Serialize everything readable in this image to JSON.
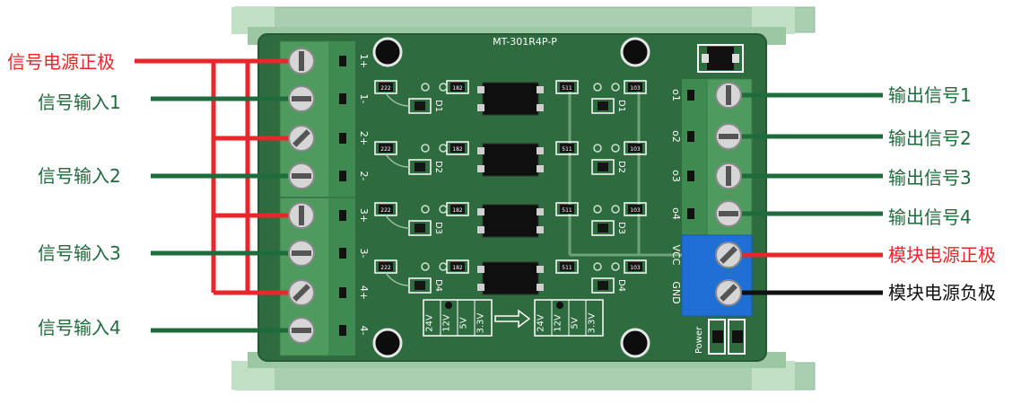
{
  "board": {
    "model": "MT-301R4P-P",
    "power_label": "Power",
    "arrow_icon": "right-arrow-icon"
  },
  "colors": {
    "pcb": "#2e6b3e",
    "rail": "#a7cfae",
    "red_wire": "#e8262b",
    "green_wire": "#1e6b3c",
    "black_wire": "#111111",
    "terminal": "#4f9a5f",
    "blue_terminal": "#1f6fd6"
  },
  "left_labels": {
    "signal_power_positive": "信号电源正极",
    "inputs": [
      "信号输入1",
      "信号输入2",
      "信号输入3",
      "信号输入4"
    ]
  },
  "right_labels": {
    "outputs": [
      "输出信号1",
      "输出信号2",
      "输出信号3",
      "输出信号4"
    ],
    "module_power_positive": "模块电源正极",
    "module_power_negative": "模块电源负极"
  },
  "input_pins": [
    "1+",
    "1-",
    "2+",
    "2-",
    "3+",
    "3-",
    "4+",
    "4-"
  ],
  "output_pins": [
    "o1",
    "o2",
    "o3",
    "o4"
  ],
  "power_pins": [
    "VCC",
    "GND"
  ],
  "channel_tags": [
    "D1",
    "D2",
    "D3",
    "D4"
  ],
  "resistor_codes": {
    "left": "222",
    "mid": "182",
    "right1": "511",
    "right2": "103"
  },
  "voltage_options": [
    "24V",
    "12V",
    "5V",
    "3.3V"
  ]
}
